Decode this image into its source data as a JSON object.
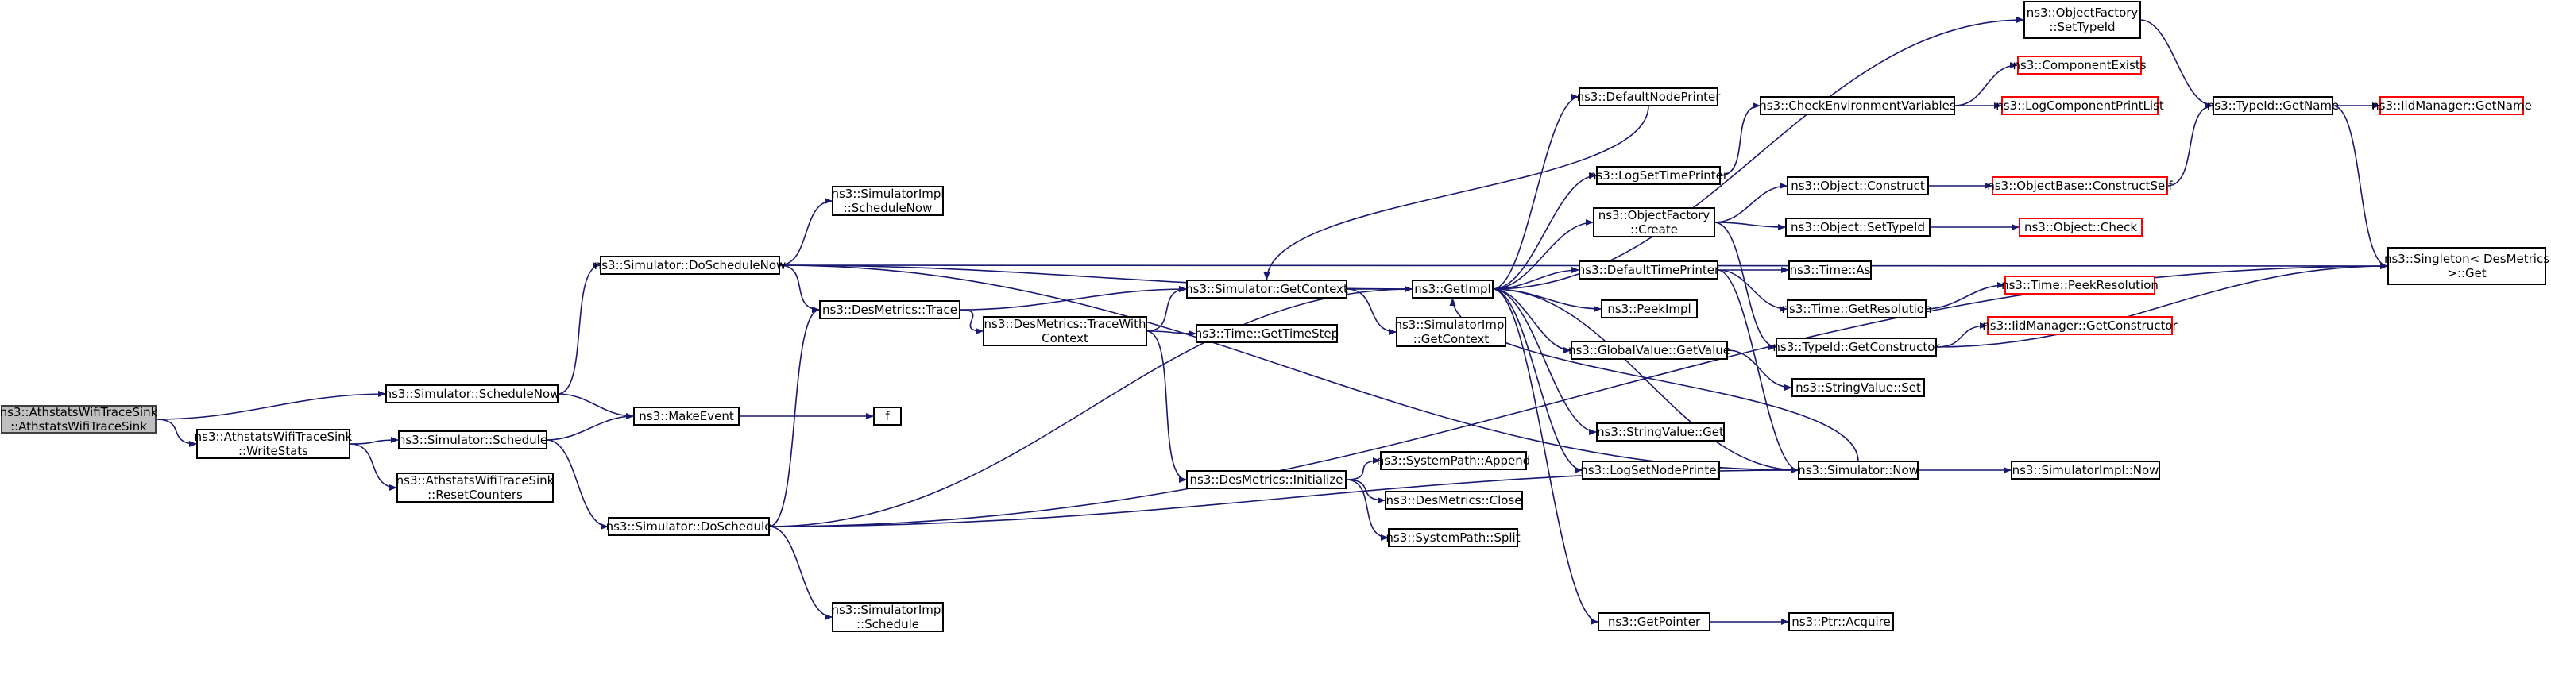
{
  "colors": {
    "edge": "#191970",
    "node_border": "#000000",
    "node_fill": "#ffffff",
    "root_fill": "#bfbfbf",
    "root_border": "#404040",
    "truncated_border": "#ff0000",
    "text": "#000000"
  },
  "nodes": [
    {
      "id": "root",
      "lines": [
        "ns3::AthstatsWifiTraceSink",
        "::AthstatsWifiTraceSink"
      ],
      "style": "root"
    },
    {
      "id": "writestats",
      "lines": [
        "ns3::AthstatsWifiTraceSink",
        "::WriteStats"
      ],
      "style": "normal"
    },
    {
      "id": "schedulenow",
      "lines": [
        "ns3::Simulator::ScheduleNow"
      ],
      "style": "normal"
    },
    {
      "id": "schedule",
      "lines": [
        "ns3::Simulator::Schedule"
      ],
      "style": "normal"
    },
    {
      "id": "resetcounters",
      "lines": [
        "ns3::AthstatsWifiTraceSink",
        "::ResetCounters"
      ],
      "style": "normal"
    },
    {
      "id": "doschedulenow",
      "lines": [
        "ns3::Simulator::DoScheduleNow"
      ],
      "style": "normal"
    },
    {
      "id": "doschedule",
      "lines": [
        "ns3::Simulator::DoSchedule"
      ],
      "style": "normal"
    },
    {
      "id": "makeevent",
      "lines": [
        "ns3::MakeEvent"
      ],
      "style": "normal"
    },
    {
      "id": "implschedulenow",
      "lines": [
        "ns3::SimulatorImpl",
        "::ScheduleNow"
      ],
      "style": "normal"
    },
    {
      "id": "dmtrace",
      "lines": [
        "ns3::DesMetrics::Trace"
      ],
      "style": "normal"
    },
    {
      "id": "implschedule",
      "lines": [
        "ns3::SimulatorImpl",
        "::Schedule"
      ],
      "style": "normal"
    },
    {
      "id": "f",
      "lines": [
        "f"
      ],
      "style": "normal"
    },
    {
      "id": "tracewith",
      "lines": [
        "ns3::DesMetrics::TraceWith",
        "Context"
      ],
      "style": "normal"
    },
    {
      "id": "getcontext",
      "lines": [
        "ns3::Simulator::GetContext"
      ],
      "style": "normal"
    },
    {
      "id": "gettimestep",
      "lines": [
        "ns3::Time::GetTimeStep"
      ],
      "style": "normal"
    },
    {
      "id": "dminit",
      "lines": [
        "ns3::DesMetrics::Initialize"
      ],
      "style": "normal"
    },
    {
      "id": "implgetcontext",
      "lines": [
        "ns3::SimulatorImpl",
        "::GetContext"
      ],
      "style": "normal"
    },
    {
      "id": "spappend",
      "lines": [
        "ns3::SystemPath::Append"
      ],
      "style": "normal"
    },
    {
      "id": "dmclose",
      "lines": [
        "ns3::DesMetrics::Close"
      ],
      "style": "normal"
    },
    {
      "id": "spsplit",
      "lines": [
        "ns3::SystemPath::Split"
      ],
      "style": "normal"
    },
    {
      "id": "getimpl",
      "lines": [
        "ns3::GetImpl"
      ],
      "style": "normal"
    },
    {
      "id": "defnodeprinter",
      "lines": [
        "ns3::DefaultNodePrinter"
      ],
      "style": "normal"
    },
    {
      "id": "logsettimeprinter",
      "lines": [
        "ns3::LogSetTimePrinter"
      ],
      "style": "normal"
    },
    {
      "id": "ofcreate",
      "lines": [
        "ns3::ObjectFactory",
        "::Create"
      ],
      "style": "normal"
    },
    {
      "id": "deftimeprinter",
      "lines": [
        "ns3::DefaultTimePrinter"
      ],
      "style": "normal"
    },
    {
      "id": "peekimpl",
      "lines": [
        "ns3::PeekImpl"
      ],
      "style": "normal"
    },
    {
      "id": "gvgetvalue",
      "lines": [
        "ns3::GlobalValue::GetValue"
      ],
      "style": "normal"
    },
    {
      "id": "strvalget",
      "lines": [
        "ns3::StringValue::Get"
      ],
      "style": "normal"
    },
    {
      "id": "logsetnodeprinter",
      "lines": [
        "ns3::LogSetNodePrinter"
      ],
      "style": "normal"
    },
    {
      "id": "getpointer",
      "lines": [
        "ns3::GetPointer"
      ],
      "style": "normal"
    },
    {
      "id": "ofsettypeid",
      "lines": [
        "ns3::ObjectFactory",
        "::SetTypeId"
      ],
      "style": "normal"
    },
    {
      "id": "checkenv",
      "lines": [
        "ns3::CheckEnvironmentVariables"
      ],
      "style": "normal"
    },
    {
      "id": "objconstruct",
      "lines": [
        "ns3::Object::Construct"
      ],
      "style": "normal"
    },
    {
      "id": "objsettypeid",
      "lines": [
        "ns3::Object::SetTypeId"
      ],
      "style": "normal"
    },
    {
      "id": "timeas",
      "lines": [
        "ns3::Time::As"
      ],
      "style": "normal"
    },
    {
      "id": "timegetres",
      "lines": [
        "ns3::Time::GetResolution"
      ],
      "style": "normal"
    },
    {
      "id": "typeidgetctor",
      "lines": [
        "ns3::TypeId::GetConstructor"
      ],
      "style": "normal"
    },
    {
      "id": "strvalset",
      "lines": [
        "ns3::StringValue::Set"
      ],
      "style": "normal"
    },
    {
      "id": "simnow",
      "lines": [
        "ns3::Simulator::Now"
      ],
      "style": "normal"
    },
    {
      "id": "ptracquire",
      "lines": [
        "ns3::Ptr::Acquire"
      ],
      "style": "normal"
    },
    {
      "id": "compexists",
      "lines": [
        "ns3::ComponentExists"
      ],
      "style": "truncated"
    },
    {
      "id": "logcompprintlist",
      "lines": [
        "ns3::LogComponentPrintList"
      ],
      "style": "truncated"
    },
    {
      "id": "objbaseconstructself",
      "lines": [
        "ns3::ObjectBase::ConstructSelf"
      ],
      "style": "truncated"
    },
    {
      "id": "objcheck",
      "lines": [
        "ns3::Object::Check"
      ],
      "style": "truncated"
    },
    {
      "id": "timepeekres",
      "lines": [
        "ns3::Time::PeekResolution"
      ],
      "style": "truncated"
    },
    {
      "id": "iidmgetctor",
      "lines": [
        "ns3::IidManager::GetConstructor"
      ],
      "style": "truncated"
    },
    {
      "id": "implnow",
      "lines": [
        "ns3::SimulatorImpl::Now"
      ],
      "style": "normal"
    },
    {
      "id": "typeidgetname",
      "lines": [
        "ns3::TypeId::GetName"
      ],
      "style": "normal"
    },
    {
      "id": "singletonget",
      "lines": [
        "ns3::Singleton< DesMetrics",
        ">::Get"
      ],
      "style": "normal"
    },
    {
      "id": "iidmgetname",
      "lines": [
        "ns3::IidManager::GetName"
      ],
      "style": "truncated"
    }
  ],
  "edges": [
    [
      "root",
      "writestats"
    ],
    [
      "root",
      "schedulenow"
    ],
    [
      "writestats",
      "schedule"
    ],
    [
      "writestats",
      "resetcounters"
    ],
    [
      "schedulenow",
      "doschedulenow"
    ],
    [
      "schedulenow",
      "makeevent"
    ],
    [
      "schedule",
      "makeevent"
    ],
    [
      "schedule",
      "doschedule"
    ],
    [
      "doschedulenow",
      "singletonget"
    ],
    [
      "doschedulenow",
      "implschedulenow"
    ],
    [
      "doschedulenow",
      "getimpl"
    ],
    [
      "doschedulenow",
      "dmtrace"
    ],
    [
      "doschedulenow",
      "simnow"
    ],
    [
      "doschedule",
      "dmtrace"
    ],
    [
      "doschedule",
      "getimpl"
    ],
    [
      "doschedule",
      "simnow"
    ],
    [
      "doschedule",
      "implschedule"
    ],
    [
      "doschedule",
      "singletonget"
    ],
    [
      "makeevent",
      "f"
    ],
    [
      "dmtrace",
      "getcontext"
    ],
    [
      "dmtrace",
      "tracewith"
    ],
    [
      "tracewith",
      "getcontext"
    ],
    [
      "tracewith",
      "gettimestep"
    ],
    [
      "tracewith",
      "dminit"
    ],
    [
      "getcontext",
      "getimpl"
    ],
    [
      "getcontext",
      "implgetcontext"
    ],
    [
      "dminit",
      "spappend"
    ],
    [
      "dminit",
      "dmclose"
    ],
    [
      "dminit",
      "spsplit"
    ],
    [
      "getimpl",
      "ofsettypeid"
    ],
    [
      "getimpl",
      "defnodeprinter"
    ],
    [
      "getimpl",
      "logsettimeprinter"
    ],
    [
      "getimpl",
      "ofcreate"
    ],
    [
      "getimpl",
      "deftimeprinter"
    ],
    [
      "getimpl",
      "peekimpl"
    ],
    [
      "getimpl",
      "gvgetvalue"
    ],
    [
      "getimpl",
      "strvalget"
    ],
    [
      "getimpl",
      "logsetnodeprinter"
    ],
    [
      "getimpl",
      "getpointer"
    ],
    [
      "getimpl",
      "simnow"
    ],
    [
      "defnodeprinter",
      "getcontext"
    ],
    [
      "logsettimeprinter",
      "checkenv"
    ],
    [
      "ofcreate",
      "objconstruct"
    ],
    [
      "ofcreate",
      "objsettypeid"
    ],
    [
      "ofcreate",
      "typeidgetctor"
    ],
    [
      "deftimeprinter",
      "timeas"
    ],
    [
      "deftimeprinter",
      "timegetres"
    ],
    [
      "deftimeprinter",
      "simnow"
    ],
    [
      "gvgetvalue",
      "strvalset"
    ],
    [
      "getpointer",
      "ptracquire"
    ],
    [
      "simnow",
      "getimpl"
    ],
    [
      "simnow",
      "implnow"
    ],
    [
      "ofsettypeid",
      "typeidgetname"
    ],
    [
      "checkenv",
      "compexists"
    ],
    [
      "checkenv",
      "logcompprintlist"
    ],
    [
      "objconstruct",
      "objbaseconstructself"
    ],
    [
      "objsettypeid",
      "objcheck"
    ],
    [
      "timegetres",
      "timepeekres"
    ],
    [
      "typeidgetctor",
      "iidmgetctor"
    ],
    [
      "typeidgetctor",
      "singletonget"
    ],
    [
      "objbaseconstructself",
      "typeidgetname"
    ],
    [
      "typeidgetname",
      "iidmgetname"
    ],
    [
      "typeidgetname",
      "singletonget"
    ]
  ]
}
